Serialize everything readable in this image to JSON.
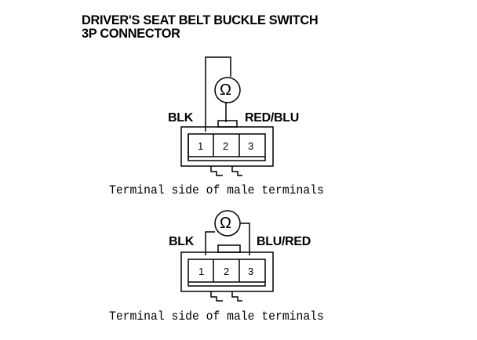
{
  "title": {
    "line1": "DRIVER'S SEAT BELT BUCKLE SWITCH",
    "line2": "3P CONNECTOR"
  },
  "ohm_symbol": "Ω",
  "connectors": [
    {
      "left_wire": "BLK",
      "right_wire": "RED/BLU",
      "pins": [
        "1",
        "2",
        "3"
      ],
      "caption": "Terminal side of male terminals"
    },
    {
      "left_wire": "BLK",
      "right_wire": "BLU/RED",
      "pins": [
        "1",
        "2",
        "3"
      ],
      "caption": "Terminal side of male terminals"
    }
  ],
  "icons": {
    "meter": "ohmmeter-icon",
    "connector": "3p-connector-icon"
  }
}
